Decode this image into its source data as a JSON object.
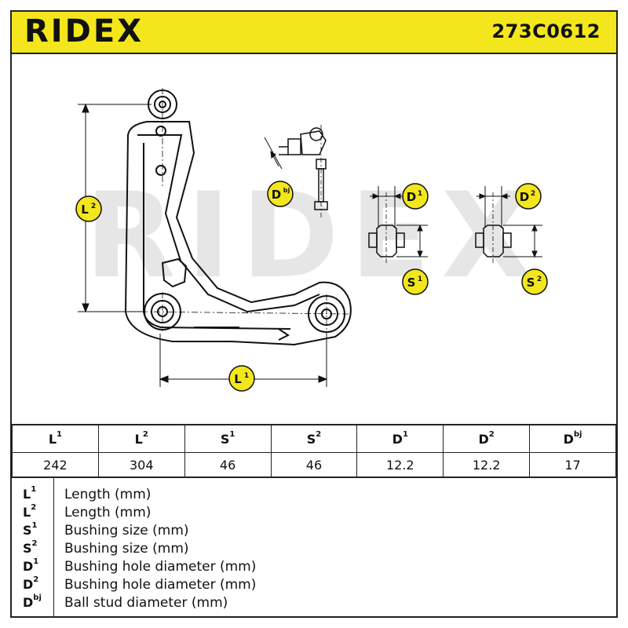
{
  "header": {
    "brand": "RIDEX",
    "part_number": "273C0612"
  },
  "drawing": {
    "watermark": "RIDEX",
    "labels": {
      "l1": {
        "base": "L",
        "sup": "1"
      },
      "l2": {
        "base": "L",
        "sup": "2"
      },
      "s1": {
        "base": "S",
        "sup": "1"
      },
      "s2": {
        "base": "S",
        "sup": "2"
      },
      "d1": {
        "base": "D",
        "sup": "1"
      },
      "d2": {
        "base": "D",
        "sup": "2"
      },
      "dbj": {
        "base": "D",
        "sup": "bj"
      }
    }
  },
  "spec_table": {
    "columns": [
      {
        "base": "L",
        "sup": "1"
      },
      {
        "base": "L",
        "sup": "2"
      },
      {
        "base": "S",
        "sup": "1"
      },
      {
        "base": "S",
        "sup": "2"
      },
      {
        "base": "D",
        "sup": "1"
      },
      {
        "base": "D",
        "sup": "2"
      },
      {
        "base": "D",
        "sup": "bj"
      }
    ],
    "values": [
      "242",
      "304",
      "46",
      "46",
      "12.2",
      "12.2",
      "17"
    ]
  },
  "legend": [
    {
      "base": "L",
      "sup": "1",
      "text": "Length (mm)"
    },
    {
      "base": "L",
      "sup": "2",
      "text": "Length (mm)"
    },
    {
      "base": "S",
      "sup": "1",
      "text": "Bushing size (mm)"
    },
    {
      "base": "S",
      "sup": "2",
      "text": "Bushing size (mm)"
    },
    {
      "base": "D",
      "sup": "1",
      "text": "Bushing hole diameter (mm)"
    },
    {
      "base": "D",
      "sup": "2",
      "text": "Bushing hole diameter (mm)"
    },
    {
      "base": "D",
      "sup": "bj",
      "text": "Ball stud diameter (mm)"
    }
  ],
  "colors": {
    "accent": "#f3e61c",
    "ink": "#111111",
    "watermark": "#e2e2e2"
  }
}
